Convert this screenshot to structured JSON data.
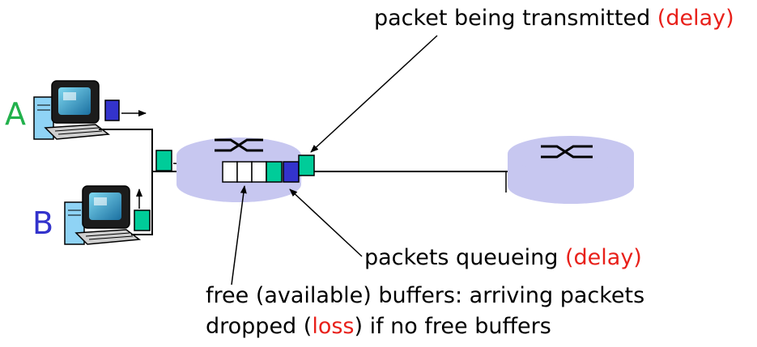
{
  "hosts": {
    "a": {
      "label": "A",
      "color": "#22b14c"
    },
    "b": {
      "label": "B",
      "color": "#3333cc"
    }
  },
  "labels": {
    "transmitted": {
      "text": "packet being transmitted ",
      "tag": "(delay)"
    },
    "queueing": {
      "text": "packets queueing ",
      "tag": "(delay)"
    },
    "buffers": {
      "line1": "free (available) buffers: arriving packets",
      "line2_pre": "dropped (",
      "line2_tag": "loss",
      "line2_post": ") if no free buffers"
    }
  },
  "colors": {
    "packet_green": "#00cc99",
    "packet_blue": "#3333cc",
    "router_fill": "#c7c7f0",
    "accent_red": "#e8201a"
  }
}
